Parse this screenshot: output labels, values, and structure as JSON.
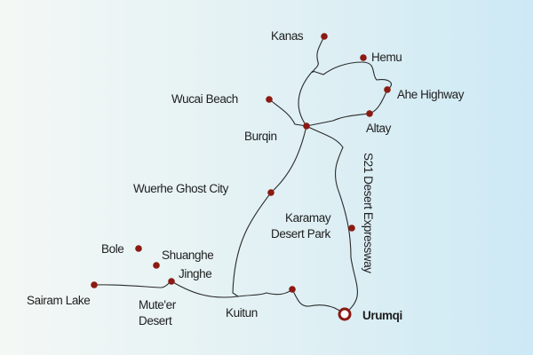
{
  "map": {
    "colors": {
      "dot": "#8b1a12",
      "road": "#2a2a2a",
      "bg_left": "#f4f8f5",
      "bg_right": "#cde9f5"
    },
    "places": {
      "kanas": "Kanas",
      "hemu": "Hemu",
      "ahe": "Ahe Highway",
      "wucai": "Wucai Beach",
      "altay": "Altay",
      "burqin": "Burqin",
      "wuerhe": "Wuerhe Ghost City",
      "karamay_1": "Karamay",
      "karamay_2": "Desert Park",
      "bole": "Bole",
      "shuanghe": "Shuanghe",
      "jinghe": "Jinghe",
      "sairam": "Sairam Lake",
      "muteer_1": "Mute'er",
      "muteer_2": "Desert",
      "kuitun": "Kuitun",
      "urumqi": "Urumqi"
    },
    "road_label": "S21 Desert Expressway"
  }
}
